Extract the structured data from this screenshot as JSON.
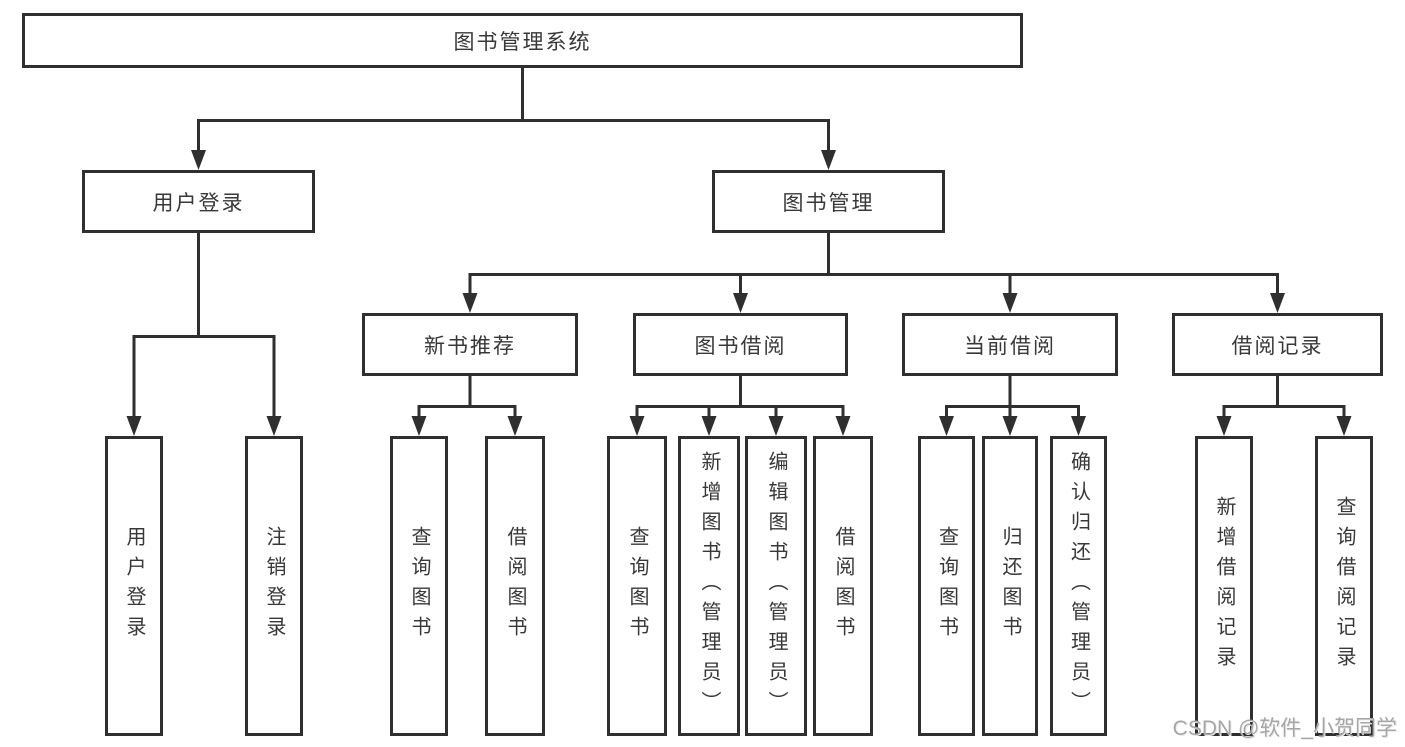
{
  "tree": {
    "root": {
      "label": "图书管理系统"
    },
    "branches": [
      {
        "label": "用户登录",
        "leaves": [
          {
            "label": "用户登录"
          },
          {
            "label": "注销登录"
          }
        ]
      },
      {
        "label": "图书管理",
        "groups": [
          {
            "label": "新书推荐",
            "leaves": [
              {
                "label": "查询图书"
              },
              {
                "label": "借阅图书"
              }
            ]
          },
          {
            "label": "图书借阅",
            "leaves": [
              {
                "label": "查询图书"
              },
              {
                "label": "新增图书（管理员）"
              },
              {
                "label": "编辑图书（管理员）"
              },
              {
                "label": "借阅图书"
              }
            ]
          },
          {
            "label": "当前借阅",
            "leaves": [
              {
                "label": "查询图书"
              },
              {
                "label": "归还图书"
              },
              {
                "label": "确认归还（管理员）"
              }
            ]
          },
          {
            "label": "借阅记录",
            "leaves": [
              {
                "label": "新增借阅记录"
              },
              {
                "label": "查询借阅记录"
              }
            ]
          }
        ]
      }
    ]
  },
  "watermark": "CSDN @软件_小贺同学",
  "colors": {
    "line": "#2f2f2f",
    "box_border": "#2f2f2f",
    "text": "#383838",
    "background": "#ffffff",
    "watermark": "#a6a6a6"
  }
}
